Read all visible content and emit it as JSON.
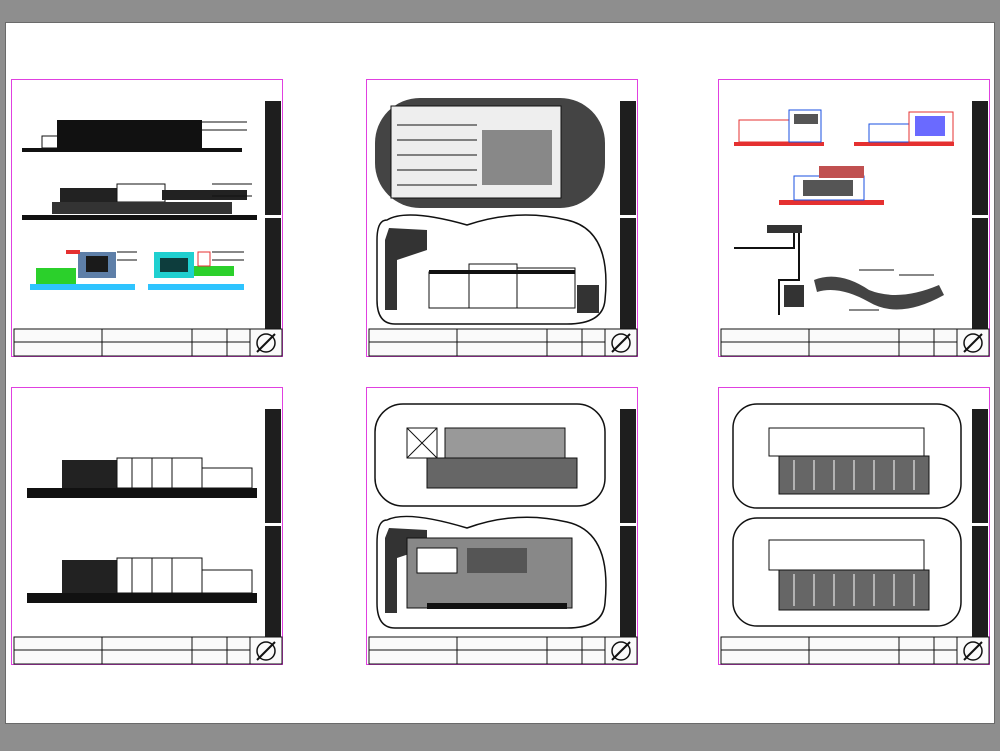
{
  "viewer": {
    "background_color": "#8e8e8e",
    "paper_color": "#ffffff",
    "sheet_border_color": "#e040e0"
  },
  "sheets": [
    {
      "id": 1,
      "content": "elevations-and-colored-sections"
    },
    {
      "id": 2,
      "content": "site-plans-parking-level"
    },
    {
      "id": 3,
      "content": "colored-sections-and-details"
    },
    {
      "id": 4,
      "content": "longitudinal-elevations"
    },
    {
      "id": 5,
      "content": "floor-plans-ground-level"
    },
    {
      "id": 6,
      "content": "floor-plans-upper-levels"
    }
  ],
  "title_block": {
    "logo_icon": "compass-stamp-icon"
  }
}
